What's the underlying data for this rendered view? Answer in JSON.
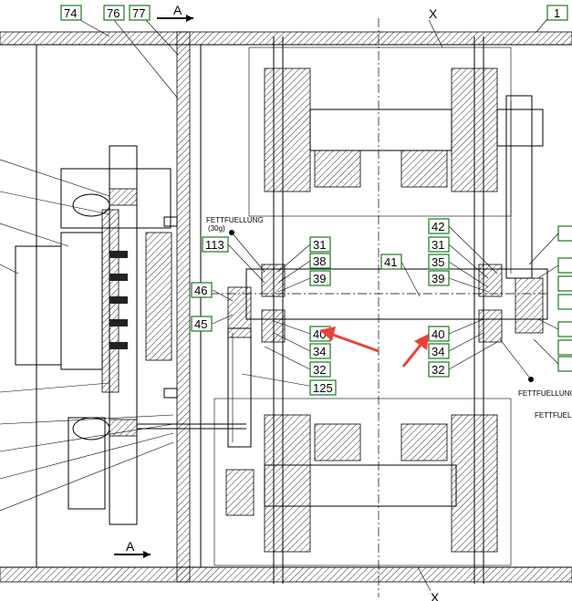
{
  "labels": {
    "l74": "74",
    "l76": "76",
    "l77": "77",
    "l1": "1",
    "l113": "113",
    "l46": "46",
    "l45": "45",
    "l125": "125",
    "l31a": "31",
    "l38": "38",
    "l39a": "39",
    "l40a": "40",
    "l34a": "34",
    "l32a": "32",
    "l41": "41",
    "l42": "42",
    "l31b": "31",
    "l35": "35",
    "l39b": "39",
    "l40b": "40",
    "l34b": "34",
    "l32b": "32"
  },
  "text": {
    "section_a_top": "A",
    "section_a_bottom": "A",
    "x_top": "X",
    "x_bottom": "X",
    "fett_left_1": "FETTFUELLUNG",
    "fett_left_2": "(30g)",
    "fett_right": "FETTFUELLUNG",
    "fett_far_right": "FETTFUELL"
  },
  "colors": {
    "label_border": "#1a7a1a",
    "arrow": "#e8433a"
  }
}
